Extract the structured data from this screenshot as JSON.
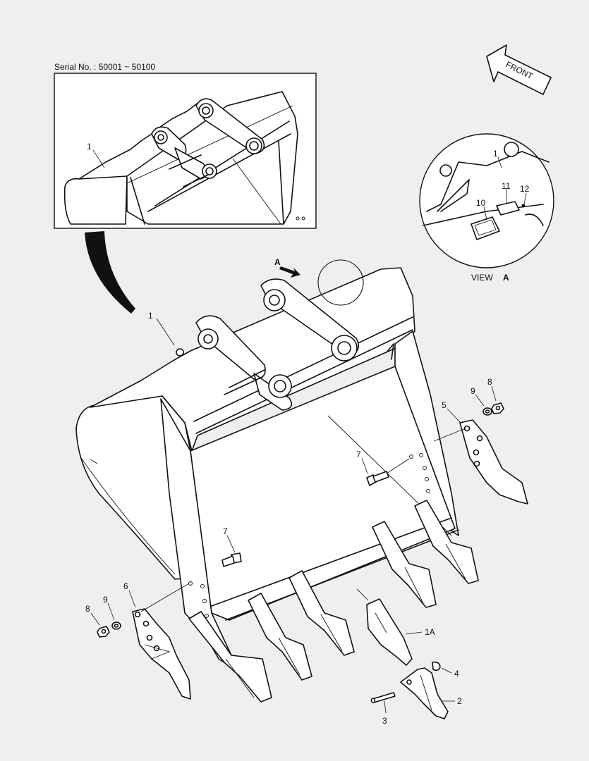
{
  "serial": "Serial No. : 50001 ~ 50100",
  "front_label": "FRONT",
  "view": {
    "prefix": "VIEW",
    "letter": "A"
  },
  "arrow_letter": "A",
  "callouts": {
    "inset_1": "1",
    "main_1": "1",
    "view_1": "1",
    "view_10": "10",
    "view_11": "11",
    "view_12": "12",
    "p5": "5",
    "p9_right": "9",
    "p8_right": "8",
    "p7_upper": "7",
    "p7_lower": "7",
    "p6": "6",
    "p9_left": "9",
    "p8_left": "8",
    "p1A": "1A",
    "p4": "4",
    "p2": "2",
    "p3": "3"
  }
}
